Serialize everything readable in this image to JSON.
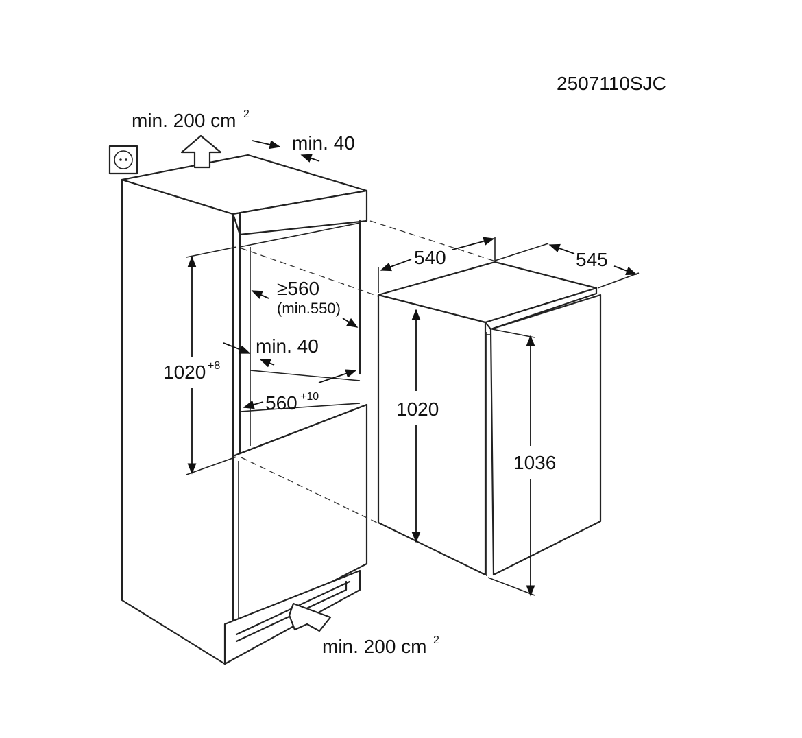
{
  "model_code": "2507110SJC",
  "labels": {
    "vent_top": "min. 200 cm",
    "vent_top_sup": "2",
    "vent_bottom": "min. 200 cm",
    "vent_bottom_sup": "2",
    "gap_top": "min. 40",
    "gap_rear": "min. 40",
    "niche_depth": "≥560",
    "niche_depth_min": "(min.550)",
    "niche_height": "1020",
    "niche_height_tol": "+8",
    "niche_width": "560",
    "niche_width_tol": "+10",
    "appliance_width": "540",
    "appliance_depth": "545",
    "appliance_height": "1020",
    "appliance_height_door": "1036"
  },
  "icons": [
    "socket-icon",
    "air-up-arrow-icon",
    "air-in-arrow-icon"
  ]
}
